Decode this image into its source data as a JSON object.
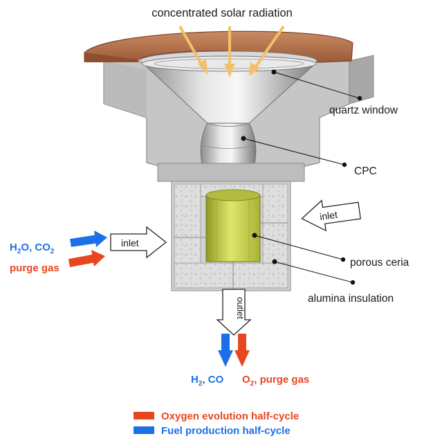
{
  "labels": {
    "solar": "concentrated solar radiation",
    "quartz": "quartz window",
    "cpc": "CPC",
    "inlet_left": "inlet",
    "inlet_right": "inlet",
    "porous": "porous ceria",
    "alumina": "alumina insulation",
    "outlet": "outlet"
  },
  "inputs": {
    "h2o": "H",
    "h2o_sub": "2",
    "h2o_rest": "O, CO",
    "h2o_sub2": "2",
    "purge": "purge gas"
  },
  "outputs": {
    "h2": "H",
    "h2_sub": "2",
    "h2_rest": ", CO",
    "o2": "O",
    "o2_sub": "2",
    "o2_rest": ", purge gas"
  },
  "legend": {
    "oxygen": "Oxygen evolution half-cycle",
    "fuel": "Fuel production half-cycle"
  },
  "colors": {
    "oxygen": "#e8461f",
    "fuel": "#1d6fe8",
    "copper": "#b8704a",
    "sun_arrow": "#f2c06b",
    "ceria": "#c9d24a",
    "steel": "#c9c9c9",
    "insulation": "#dcdcdc"
  }
}
